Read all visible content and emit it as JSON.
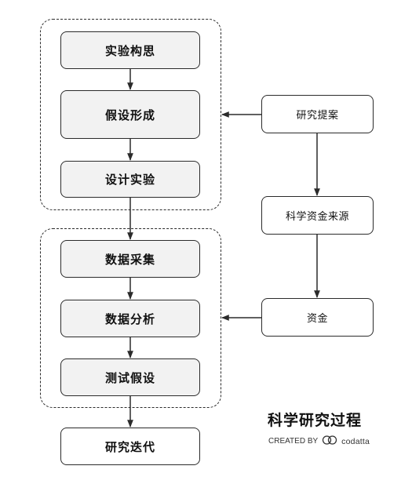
{
  "title": "科学研究过程",
  "credit": {
    "created_by": "CREATED BY",
    "brand": "codatta",
    "logo_icon": "codatta-logo-icon"
  },
  "nodes": {
    "idea": "实验构思",
    "hypothesis": "假设形成",
    "design": "设计实验",
    "collect": "数据采集",
    "analyze": "数据分析",
    "test": "测试假设",
    "iterate": "研究迭代",
    "proposal": "研究提案",
    "funding_source": "科学资金来源",
    "funds": "资金"
  },
  "groups": [
    "planning-group",
    "execution-group"
  ],
  "edges": [
    [
      "idea",
      "hypothesis"
    ],
    [
      "hypothesis",
      "design"
    ],
    [
      "design",
      "collect"
    ],
    [
      "collect",
      "analyze"
    ],
    [
      "analyze",
      "test"
    ],
    [
      "test",
      "iterate"
    ],
    [
      "proposal",
      "funding_source"
    ],
    [
      "funding_source",
      "funds"
    ],
    [
      "proposal",
      "planning-group"
    ],
    [
      "funds",
      "execution-group"
    ]
  ],
  "colors": {
    "stroke": "#2b2b2b",
    "fill_grey": "#f2f2f2",
    "background": "#ffffff"
  }
}
